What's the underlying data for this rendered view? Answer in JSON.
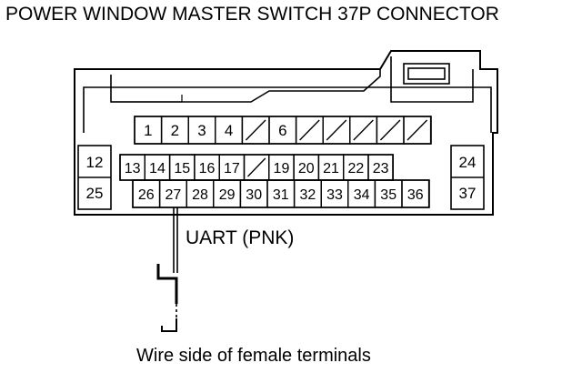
{
  "title": "POWER WINDOW MASTER SWITCH 37P CONNECTOR",
  "callout": "UART (PNK)",
  "caption": "Wire side of female terminals",
  "row1": [
    "1",
    "2",
    "3",
    "4",
    "",
    "6",
    "",
    "",
    "",
    "",
    ""
  ],
  "row2": [
    "13",
    "14",
    "15",
    "16",
    "17",
    "",
    "19",
    "20",
    "21",
    "22",
    "23"
  ],
  "row3": [
    "26",
    "27",
    "28",
    "29",
    "30",
    "31",
    "32",
    "33",
    "34",
    "35",
    "36"
  ],
  "side_terminals": {
    "left_top": "12",
    "left_bottom": "25",
    "right_top": "24",
    "right_bottom": "37"
  },
  "highlighted_terminal": "27"
}
